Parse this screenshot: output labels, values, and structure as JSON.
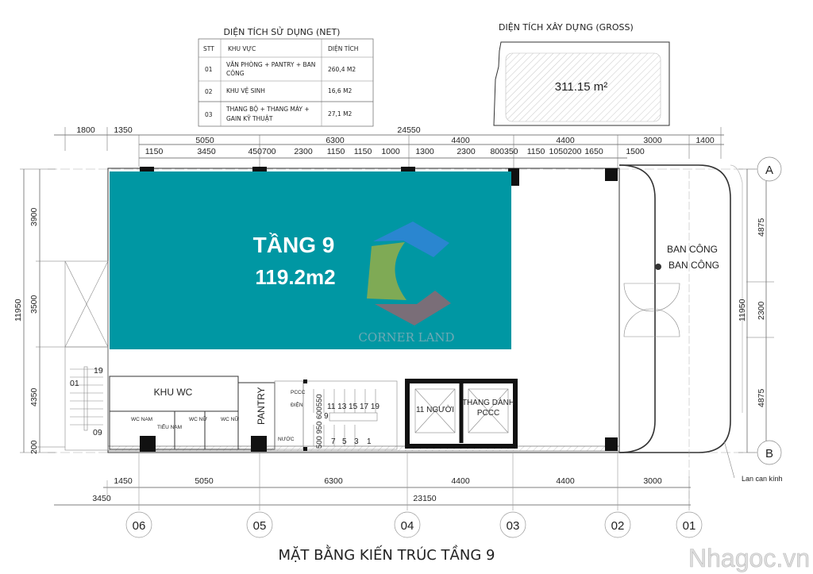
{
  "net_table": {
    "title": "DIỆN TÍCH SỬ DỤNG (NET)",
    "headers": [
      "STT",
      "KHU VỰC",
      "DIỆN TÍCH"
    ],
    "rows": [
      {
        "stt": "01",
        "area_line1": "VĂN PHÒNG + PANTRY + BAN",
        "area_line2": "CÔNG",
        "size": "260,4 M2"
      },
      {
        "stt": "02",
        "area_line1": "KHU VỆ SINH",
        "area_line2": "",
        "size": "16,6 M2"
      },
      {
        "stt": "03",
        "area_line1": "THANG BỘ + THANG MÁY +",
        "area_line2": "GAIN KỸ THUẬT",
        "size": "27,1 M2"
      }
    ]
  },
  "gross": {
    "title": "DIỆN TÍCH XÂY DỰNG (GROSS)",
    "value": "311.15 m²"
  },
  "highlight": {
    "floor": "TẦNG 9",
    "area": "119.2m2",
    "color": "#0097a3"
  },
  "logo": {
    "text": "CORNER LAND",
    "colors": {
      "blue": "#2a86d0",
      "green": "#7faa55",
      "gray": "#7a6e78"
    }
  },
  "dims_top": {
    "row1": [
      "1800",
      "1350",
      "24550"
    ],
    "row2": [
      "5050",
      "6300",
      "4400",
      "4400",
      "3000",
      "1400"
    ],
    "row3": [
      "1150",
      "3450",
      "450700",
      "2300",
      "1150",
      "1150",
      "1000",
      "1300",
      "2300",
      "800350",
      "1150",
      "1050200",
      "1650",
      "1500"
    ]
  },
  "dims_left": [
    "3900",
    "3500",
    "4350",
    "200",
    "11950"
  ],
  "dims_right": [
    "4875",
    "2300",
    "4875",
    "11950"
  ],
  "dims_bottom": {
    "row1": [
      "1450",
      "5050",
      "6300",
      "4400",
      "4400",
      "3000"
    ],
    "row2": [
      "3450",
      "23150"
    ]
  },
  "grid_cols": [
    "06",
    "05",
    "04",
    "03",
    "02",
    "01"
  ],
  "grid_rows": [
    "A",
    "B"
  ],
  "rooms": {
    "wc": "KHU WC",
    "pantry": "PANTRY",
    "wc_nam": "WC NAM",
    "tieu_nam": "TIỂU NAM",
    "wc_nu": "WC NỮ",
    "lift1": "11 NGƯỜI",
    "lift2_l1": "THANG DÀNH",
    "lift2_l2": "PCCC",
    "balcony1": "BAN CÔNG",
    "balcony2": "BAN CÔNG",
    "pccc": "PCCC",
    "dien": "ĐIỆN",
    "nuoc": "NƯỚC"
  },
  "stairs": {
    "left": [
      "19",
      "01",
      "09"
    ],
    "main_top": "11 13 15 17 19",
    "main_mid": "9",
    "main_bottom": [
      "7",
      "5",
      "3",
      "1"
    ],
    "main_dims": "500 950 600550"
  },
  "railing_label": "Lan can kính",
  "drawing_title": "MẶT BẰNG KIẾN TRÚC TẦNG 9",
  "watermark": "Nhagoc.vn"
}
